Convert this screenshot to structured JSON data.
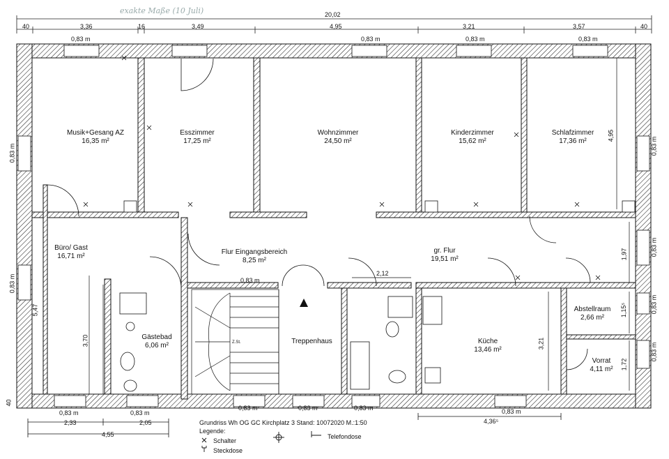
{
  "handwritten_note": "exakte Maße (10 Juli)",
  "overall_width": "20,02",
  "top_dims": [
    "40",
    "3,36",
    "16",
    "3,49",
    "4,95",
    "3,21",
    "3,57",
    "40"
  ],
  "window_width": "0,83 m",
  "side_dims": {
    "left_top": "0,83 m",
    "left_mid": "0,83 m",
    "right_top": "0,83 m",
    "right_mid": "0,83 m",
    "right_low1": "0,83 m",
    "right_low2": "0,83 m",
    "left_bottom": "40"
  },
  "interior_dims": {
    "buero_height": "5,47",
    "gaestebad_height": "3,70",
    "schlaf_height": "4,95",
    "grflur_height": "1,97",
    "abstell_height": "1,15⁵",
    "vorrat_height": "1,72",
    "kueche_height": "3,21",
    "flur_width": "2,12",
    "flur_window": "0,83 m"
  },
  "bottom_windows": [
    "0,83 m",
    "0,83 m",
    "0,83 m",
    "0,83 m",
    "0,83 m",
    "0,83 m"
  ],
  "bottom_dims": {
    "a": "2,33",
    "b": "2,05",
    "c": "4,55",
    "d": "4,36⁵"
  },
  "rooms": [
    {
      "name": "Musik+Gesang AZ",
      "area": "16,35 m²"
    },
    {
      "name": "Esszimmer",
      "area": "17,25 m²"
    },
    {
      "name": "Wohnzimmer",
      "area": "24,50 m²"
    },
    {
      "name": "Kinderzimmer",
      "area": "15,62 m²"
    },
    {
      "name": "Schlafzimmer",
      "area": "17,36 m²"
    },
    {
      "name": "Büro/ Gast",
      "area": "16,71 m²"
    },
    {
      "name": "Flur Eingangsbereich",
      "area": "8,25 m²"
    },
    {
      "name": "gr. Flur",
      "area": "19,51 m²"
    },
    {
      "name": "Gästebad",
      "area": "6,06 m²"
    },
    {
      "name": "Treppenhaus",
      "area": ""
    },
    {
      "name": "Küche",
      "area": "13,46 m²"
    },
    {
      "name": "Abstellraum",
      "area": "2,66 m²"
    },
    {
      "name": "Vorrat",
      "area": "4,11 m²"
    }
  ],
  "caption": "Grundriss Wh OG GC Kirchplatz 3 Stand: 10072020 M.:1:50",
  "legend": {
    "title": "Legende:",
    "switch": "Schalter",
    "outlet": "Steckdose",
    "phone": "Telefondose"
  },
  "stair_label": "Z.St."
}
